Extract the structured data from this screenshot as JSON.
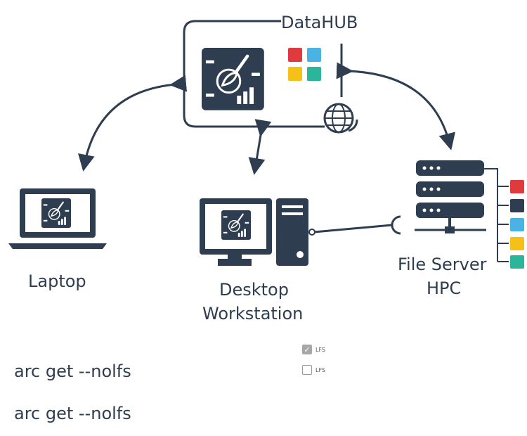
{
  "hub": {
    "title": "DataHUB"
  },
  "nodes": {
    "laptop": "Laptop",
    "desktop_line1": "Desktop",
    "desktop_line2": "Workstation",
    "server_line1": "File Server",
    "server_line2": "HPC"
  },
  "commands": [
    "arc get --nolfs",
    "arc get --nolfs"
  ],
  "checkboxes": [
    {
      "label": "LFS",
      "checked": true
    },
    {
      "label": "LFS",
      "checked": false
    }
  ],
  "colors": {
    "dark": "#2e3d4f",
    "red": "#e03a3e",
    "blue": "#4bb3e3",
    "yellow": "#f5c117",
    "green": "#2bb59a"
  }
}
